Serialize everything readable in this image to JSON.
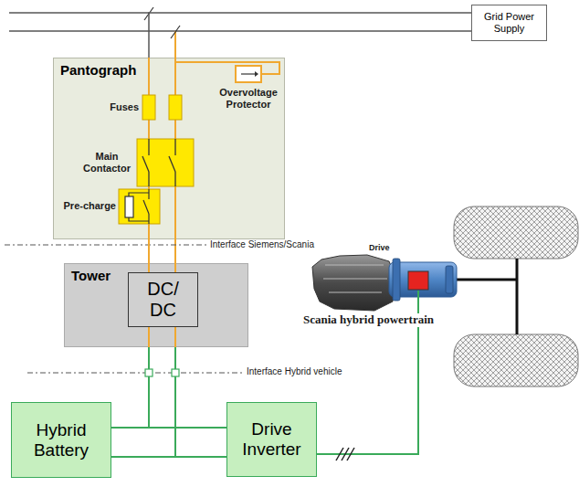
{
  "diagram": {
    "nodes": [
      {
        "text": [
          "Grid Power Supply"
        ]
      },
      {
        "text": [
          "Pantograph"
        ]
      },
      {
        "text": [
          "Tower"
        ]
      },
      {
        "text": [
          "DC/ DC"
        ],
        "in": 2
      },
      {
        "text": [
          "Hybrid Battery"
        ]
      },
      {
        "text": [
          "Drive Inverter"
        ]
      }
    ],
    "edges": [
      {
        "from": 0,
        "to": 1,
        "arrow": "none"
      },
      {
        "from": 1,
        "to": 2,
        "arrow": "none"
      },
      {
        "from": 2,
        "to": 4,
        "arrow": "none"
      },
      {
        "from": 2,
        "to": 5,
        "arrow": "none"
      },
      {
        "from": 4,
        "to": 5,
        "arrow": "none"
      }
    ],
    "labels": [
      "Fuses",
      "Overvoltage Protector",
      "Main Contactor",
      "Pre-charge",
      "Interface Siemens/Scania",
      "Drive",
      "Scania hybrid powertrain",
      "Interface Hybrid vehicle"
    ]
  }
}
